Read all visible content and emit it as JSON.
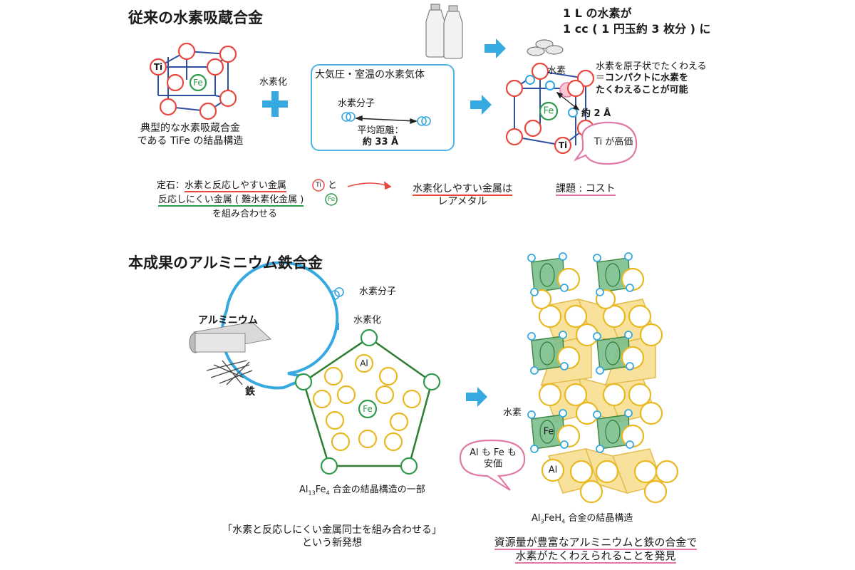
{
  "colors": {
    "accent_blue": "#36a9e1",
    "ti_red": "#e8473e",
    "fe_green": "#2e9a4b",
    "al_yellow": "#e8b923",
    "pink": "#e07aa6"
  },
  "top": {
    "title": "従来の水素吸蔵合金",
    "tife_atoms": {
      "ti": "Ti",
      "fe": "Fe"
    },
    "tife_caption": [
      "典型的な水素吸蔵合金",
      "である TiFe の結晶構造"
    ],
    "hydrogenation": "水素化",
    "gas_box": {
      "title": "大気圧・室温の水素気体",
      "molecule": "水素分子",
      "distance_label": "平均距離：",
      "distance_value": "約 33 Å"
    },
    "bottle_caption": [
      "1 L の水素が",
      "1 cc ( 1 円玉約 3 枚分 ) に"
    ],
    "hydride": {
      "hydrogen": "水素",
      "fe": "Fe",
      "ti": "Ti",
      "distance": "約 2 Å",
      "note_line1": "水素を原子状でたくわえる",
      "note_line2_prefix": "＝",
      "note_line2_bold": "コンパクトに水素を",
      "note_line3": "たくわえることが可能",
      "bubble": "Ti が高価"
    },
    "conventional": {
      "line1_prefix": "定石：",
      "line1_underlined": "水素と反応しやすい金属",
      "ti_badge": "Ti",
      "line1_suffix": "と",
      "line2_underlined": "反応しにくい金属 ( 難水素化金属 )",
      "fe_badge": "Fe",
      "line3": "を組み合わせる"
    },
    "rare_metal": [
      "水素化しやすい金属は",
      "レアメタル"
    ],
    "issue": "課題 : コスト"
  },
  "bottom": {
    "title": "本成果のアルミニウム鉄合金",
    "aluminum_label": "アルミニウム",
    "iron_label": "鉄",
    "molecule_label": "水素分子",
    "hydrogenation": "水素化",
    "al_atom": "Al",
    "fe_atom": "Fe",
    "al13fe4_caption": {
      "base1": "Al",
      "sub1": "13",
      "base2": "Fe",
      "sub2": "4",
      "tail": " 合金の結晶構造の一部"
    },
    "hydrogen_label": "水素",
    "fe_small": "Fe",
    "al_small": "Al",
    "bubble": [
      "Al も Fe も",
      "安価"
    ],
    "al3feh4_caption": {
      "base1": "Al",
      "sub1": "3",
      "base2": "FeH",
      "sub2": "4",
      "tail": " 合金の結晶構造"
    },
    "idea": [
      "「水素と反応しにくい金属同士を組み合わせる」",
      "という新発想"
    ],
    "discovery": [
      "資源量が豊富なアルミニウムと鉄の合金で",
      "水素がたくわえられることを発見"
    ]
  }
}
